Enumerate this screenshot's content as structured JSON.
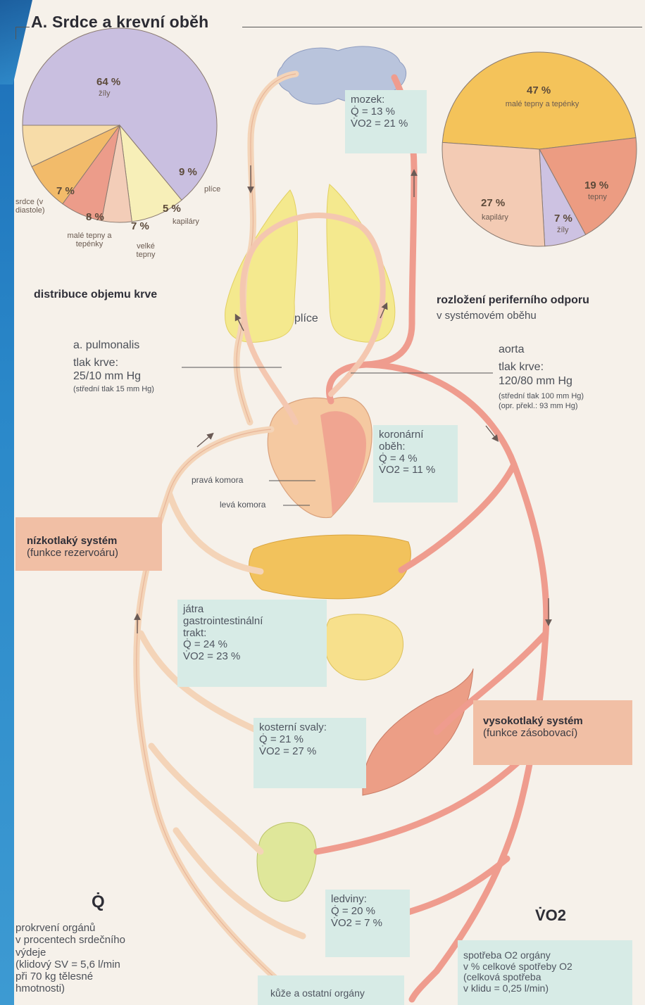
{
  "title": "A. Srdce a krevní oběh",
  "left_pie": {
    "caption": "distribuce objemu krve",
    "slices": [
      {
        "pct": "64 %",
        "label": "žíly",
        "value": 64,
        "color": "#c9bfe0"
      },
      {
        "pct": "9 %",
        "label": "plíce",
        "value": 9,
        "color": "#f7efb8"
      },
      {
        "pct": "5 %",
        "label": "kapiláry",
        "value": 5,
        "color": "#f3cdb8"
      },
      {
        "pct": "7 %",
        "label": "velké tepny",
        "value": 7,
        "color": "#ec9c8a"
      },
      {
        "pct": "8 %",
        "label": "malé tepny a tepénky",
        "value": 8,
        "color": "#f2bb6a"
      },
      {
        "pct": "7 %",
        "label": "srdce (v diastole)",
        "value": 7,
        "color": "#f7dca8"
      }
    ]
  },
  "right_pie": {
    "caption_line1": "rozložení periferního odporu",
    "caption_line2": "v systémovém oběhu",
    "slices": [
      {
        "pct": "47 %",
        "label": "malé tepny a tepénky",
        "value": 47,
        "color": "#f4c35a"
      },
      {
        "pct": "19 %",
        "label": "tepny",
        "value": 19,
        "color": "#ec9c82"
      },
      {
        "pct": "7 %",
        "label": "žíly",
        "value": 7,
        "color": "#cdc2e2"
      },
      {
        "pct": "27 %",
        "label": "kapiláry",
        "value": 27,
        "color": "#f3cbb4"
      }
    ]
  },
  "brain_box": {
    "line1": "mozek:",
    "line2": "Q̇ = 13 %",
    "line3": "V̇O2 = 21 %"
  },
  "lungs_label": "plíce",
  "pulmonalis": {
    "name": "a. pulmonalis",
    "line1": "tlak krve:",
    "line2": "25/10 mm Hg",
    "line3": "(střední tlak 15 mm Hg)"
  },
  "aorta": {
    "name": "aorta",
    "line1": "tlak krve:",
    "line2": "120/80 mm Hg",
    "line3": "(střední tlak 100 mm Hg)",
    "line4": "(opr. překl.: 93 mm Hg)"
  },
  "coronary_box": {
    "line1": "koronární",
    "line2": "oběh:",
    "line3": "Q̇ = 4 %",
    "line4": "V̇O2 = 11 %"
  },
  "right_ventricle": "pravá komora",
  "left_ventricle": "levá komora",
  "low_pressure": {
    "title": "nízkotlaký systém",
    "subtitle": "(funkce rezervoáru)"
  },
  "liver_box": {
    "line1": "játra",
    "line2": "gastrointestinální",
    "line3": "trakt:",
    "line4": "Q̇ = 24 %",
    "line5": "V̇O2 = 23 %"
  },
  "high_pressure": {
    "title": "vysokotlaký systém",
    "subtitle": "(funkce zásobovací)"
  },
  "muscle_box": {
    "line1": "kosterní svaly:",
    "line2": "Q̇ = 21 %",
    "line3": "V̇O2 = 27 %"
  },
  "kidney_box": {
    "line1": "ledviny:",
    "line2": "Q̇ = 20 %",
    "line3": "V̇O2 = 7 %"
  },
  "skin_box": "kůže a ostatní orgány",
  "q_legend": {
    "symbol": "Q̇",
    "line1": "prokrvení orgánů",
    "line2": "v procentech srdečního",
    "line3": "výdeje",
    "line4": "(klidový SV = 5,6 l/min",
    "line5": "při 70 kg tělesné",
    "line6": "hmotnosti)"
  },
  "vo2_legend": {
    "symbol": "V̇O2",
    "line1": "spotřeba O2 orgány",
    "line2": "v % celkové spotřeby O2",
    "line3": "(celková spotřeba",
    "line4": "v klidu = 0,25 l/min)"
  }
}
